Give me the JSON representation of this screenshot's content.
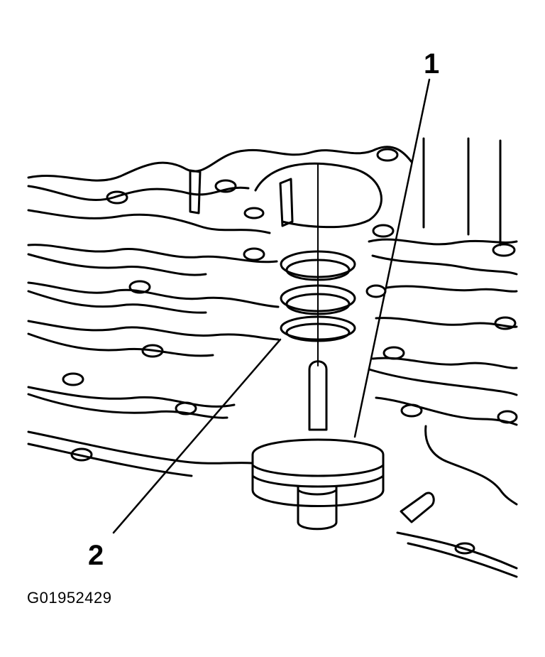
{
  "callouts": {
    "piston": "1",
    "spring": "2"
  },
  "figure_id": "G01952429",
  "colors": {
    "ink": "#000000",
    "paper": "#ffffff"
  }
}
